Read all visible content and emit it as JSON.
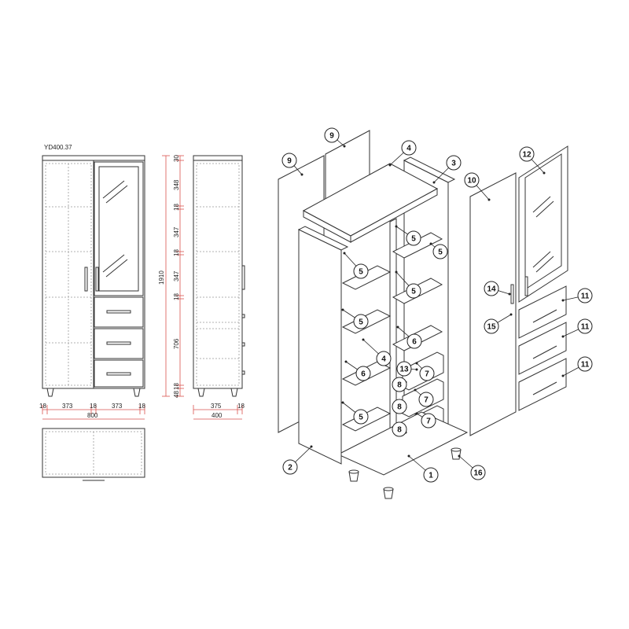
{
  "model_code": "YD400.37",
  "front_view": {
    "width_dims": [
      "18",
      "373",
      "18",
      "373",
      "18"
    ],
    "total_width": "800"
  },
  "height_dims": [
    "30",
    "348",
    "18",
    "347",
    "18",
    "347",
    "18",
    "706",
    "18",
    "48"
  ],
  "total_height": "1910",
  "side_view": {
    "depth_dims": [
      "375",
      "18"
    ],
    "total_depth": "400"
  },
  "parts": [
    {
      "id": "p1",
      "label": "1"
    },
    {
      "id": "p2",
      "label": "2"
    },
    {
      "id": "p3",
      "label": "3"
    },
    {
      "id": "p4a",
      "label": "4"
    },
    {
      "id": "p4b",
      "label": "4"
    },
    {
      "id": "p5a",
      "label": "5"
    },
    {
      "id": "p5b",
      "label": "5"
    },
    {
      "id": "p5c",
      "label": "5"
    },
    {
      "id": "p5d",
      "label": "5"
    },
    {
      "id": "p5e",
      "label": "5"
    },
    {
      "id": "p5f",
      "label": "5"
    },
    {
      "id": "p6a",
      "label": "6"
    },
    {
      "id": "p6b",
      "label": "6"
    },
    {
      "id": "p7a",
      "label": "7"
    },
    {
      "id": "p7b",
      "label": "7"
    },
    {
      "id": "p7c",
      "label": "7"
    },
    {
      "id": "p8a",
      "label": "8"
    },
    {
      "id": "p8b",
      "label": "8"
    },
    {
      "id": "p8c",
      "label": "8"
    },
    {
      "id": "p9a",
      "label": "9"
    },
    {
      "id": "p9b",
      "label": "9"
    },
    {
      "id": "p10",
      "label": "10"
    },
    {
      "id": "p11a",
      "label": "11"
    },
    {
      "id": "p11b",
      "label": "11"
    },
    {
      "id": "p11c",
      "label": "11"
    },
    {
      "id": "p12",
      "label": "12"
    },
    {
      "id": "p13",
      "label": "13"
    },
    {
      "id": "p14",
      "label": "14"
    },
    {
      "id": "p15",
      "label": "15"
    },
    {
      "id": "p16",
      "label": "16"
    }
  ]
}
